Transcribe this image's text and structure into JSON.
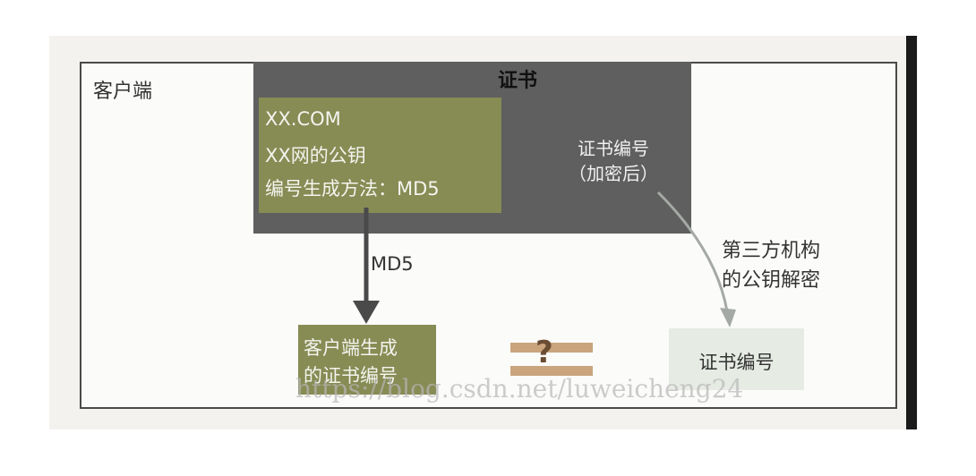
{
  "diagram": {
    "client_label": "客户端",
    "certificate": {
      "title": "证书",
      "content_lines": [
        "XX.COM",
        "XX网的公钥",
        "编号生成方法：MD5"
      ],
      "cert_number_lines": [
        "证书编号",
        "（加密后）"
      ]
    },
    "md5_label": "MD5",
    "third_party_lines": [
      "第三方机构",
      "的公钥解密"
    ],
    "client_generated_lines": [
      "客户端生成",
      "的证书编号"
    ],
    "comparison_symbol": "?",
    "cert_number_box": "证书编号",
    "watermark": "https://blog.csdn.net/luweicheng24",
    "colors": {
      "certificate_bg": "#5e5f5e",
      "green_box": "#868c54",
      "cert_number_box": "#e6ebe3",
      "comparison": "#c9a47d"
    }
  }
}
